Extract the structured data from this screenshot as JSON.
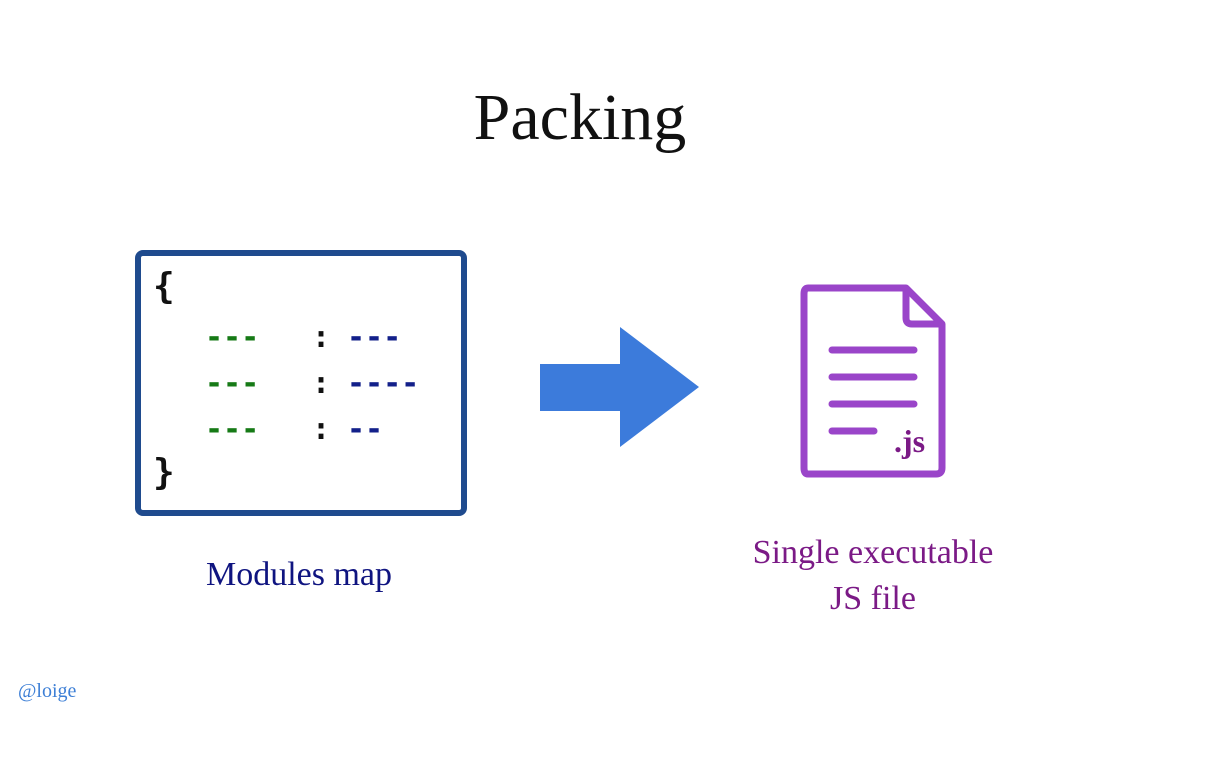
{
  "title": "Packing",
  "modules_map": {
    "open_brace": "{",
    "close_brace": "}",
    "rows": [
      {
        "key": "---",
        "sep": ":",
        "value": "---"
      },
      {
        "key": "---",
        "sep": ":",
        "value": "----"
      },
      {
        "key": "---",
        "sep": ":",
        "value": "--"
      }
    ],
    "caption": "Modules map"
  },
  "arrow": {
    "icon": "right-arrow-icon",
    "color": "#3c7bdb"
  },
  "output_file": {
    "icon": "js-file-icon",
    "extension_label": ".js",
    "color": "#9a45c9",
    "caption_line1": "Single executable",
    "caption_line2": "JS file"
  },
  "handle": "@loige",
  "colors": {
    "box_border": "#1f4b8e",
    "key": "#167a16",
    "value": "#13208a",
    "modules_caption": "#0f1480",
    "file_caption": "#7b1a86",
    "handle": "#3d7fd6"
  }
}
